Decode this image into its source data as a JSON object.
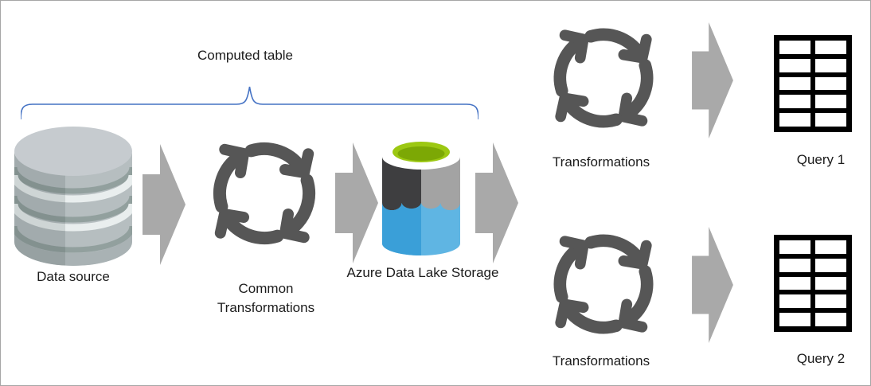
{
  "diagram": {
    "title": "Computed table",
    "labels": {
      "data_source": "Data source",
      "common_line1": "Common",
      "common_line2": "Transformations",
      "adls": "Azure Data Lake Storage",
      "transformations_top": "Transformations",
      "transformations_bottom": "Transformations",
      "query1": "Query 1",
      "query2": "Query 2"
    },
    "icons": [
      "database-icon",
      "cycle-arrows-icon",
      "data-lake-cylinder-icon",
      "right-arrow-icon",
      "table-grid-icon",
      "curly-brace-icon"
    ],
    "colors": {
      "background": "#ffffff",
      "canvas_border": "#a6a6a6",
      "text": "#1c1c1c",
      "brace_blue": "#4472c4",
      "flow_arrow_gray": "#a9a9a9",
      "cycle_arrow_gray": "#565656",
      "table_black": "#000000",
      "db_top": "#c6cbcf",
      "db_body": "#b6bec0",
      "db_dark_band": "#92a09e",
      "db_light_band": "#e9eeee",
      "adls_dark": "#3e3e40",
      "adls_gray": "#a3a3a3",
      "adls_blue_light": "#5fb5e3",
      "adls_blue_dark": "#3a9fd8",
      "adls_green": "#9cc812",
      "adls_green_dark": "#7ca805"
    }
  }
}
